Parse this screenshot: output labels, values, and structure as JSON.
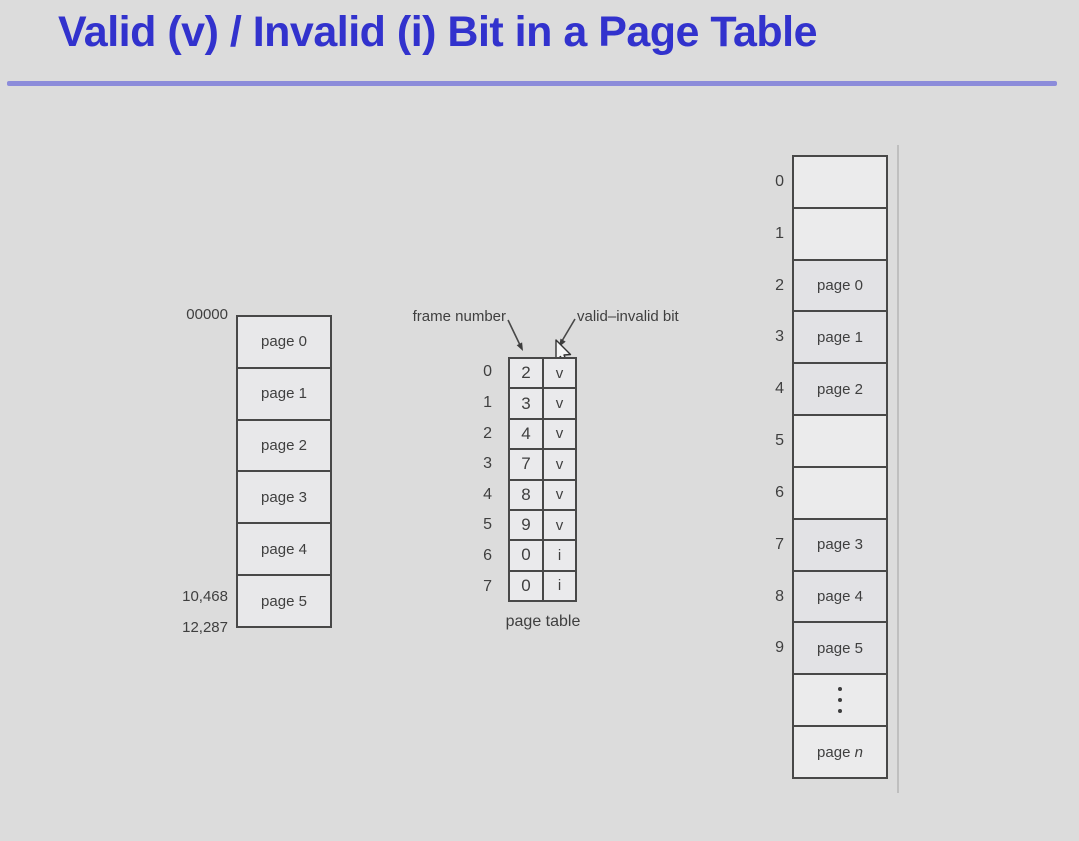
{
  "title": "Valid (v) / Invalid (i) Bit in a Page Table",
  "colors": {
    "title": "#3232cd",
    "rule": "#8c8cda",
    "line": "#484848",
    "text": "#3f3f3f"
  },
  "icons": {
    "cursor": "mouse-pointer-arrow",
    "ellipsis": "vertical-dots"
  },
  "logical_memory": {
    "top_address": "00000",
    "bottom_addresses": [
      "10,468",
      "12,287"
    ],
    "cells": [
      "page 0",
      "page 1",
      "page 2",
      "page 3",
      "page 4",
      "page 5"
    ]
  },
  "page_table": {
    "frame_label": "frame number",
    "bit_label": "valid–invalid bit",
    "caption": "page table",
    "rows": [
      {
        "index": "0",
        "frame": "2",
        "bit": "v"
      },
      {
        "index": "1",
        "frame": "3",
        "bit": "v"
      },
      {
        "index": "2",
        "frame": "4",
        "bit": "v"
      },
      {
        "index": "3",
        "frame": "7",
        "bit": "v"
      },
      {
        "index": "4",
        "frame": "8",
        "bit": "v"
      },
      {
        "index": "5",
        "frame": "9",
        "bit": "v"
      },
      {
        "index": "6",
        "frame": "0",
        "bit": "i"
      },
      {
        "index": "7",
        "frame": "0",
        "bit": "i"
      }
    ]
  },
  "physical_memory": {
    "rows": [
      {
        "index": "0",
        "label": "",
        "filled": false
      },
      {
        "index": "1",
        "label": "",
        "filled": false
      },
      {
        "index": "2",
        "label": "page 0",
        "filled": true
      },
      {
        "index": "3",
        "label": "page 1",
        "filled": true
      },
      {
        "index": "4",
        "label": "page 2",
        "filled": true
      },
      {
        "index": "5",
        "label": "",
        "filled": false
      },
      {
        "index": "6",
        "label": "",
        "filled": false
      },
      {
        "index": "7",
        "label": "page 3",
        "filled": true
      },
      {
        "index": "8",
        "label": "page 4",
        "filled": true
      },
      {
        "index": "9",
        "label": "page 5",
        "filled": true
      },
      {
        "index": "",
        "label": "⋮",
        "filled": false,
        "type": "ellipsis"
      },
      {
        "index": "",
        "label": "page n",
        "filled": false,
        "italic_last": true
      }
    ]
  }
}
